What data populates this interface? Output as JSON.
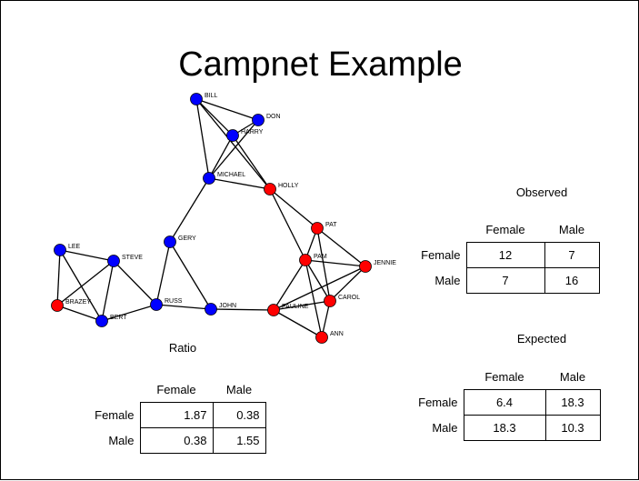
{
  "title": "Campnet Example",
  "colors": {
    "female": "#ff0000",
    "male": "#0000ff",
    "edge": "#000000"
  },
  "network": {
    "nodes": [
      {
        "id": "BILL",
        "label": "BILL",
        "gender": "male"
      },
      {
        "id": "DON",
        "label": "DON",
        "gender": "male"
      },
      {
        "id": "HARRY",
        "label": "HARRY",
        "gender": "male"
      },
      {
        "id": "MICHAEL",
        "label": "MICHAEL",
        "gender": "male"
      },
      {
        "id": "HOLLY",
        "label": "HOLLY",
        "gender": "female"
      },
      {
        "id": "GERY",
        "label": "GERY",
        "gender": "male"
      },
      {
        "id": "PAT",
        "label": "PAT",
        "gender": "female"
      },
      {
        "id": "LEE",
        "label": "LEE",
        "gender": "male"
      },
      {
        "id": "STEVE",
        "label": "STEVE",
        "gender": "male"
      },
      {
        "id": "PAM",
        "label": "PAM",
        "gender": "female"
      },
      {
        "id": "JENNIE",
        "label": "JENNIE",
        "gender": "female"
      },
      {
        "id": "BRAZEY",
        "label": "BRAZEY",
        "gender": "female"
      },
      {
        "id": "RUSS",
        "label": "RUSS",
        "gender": "male"
      },
      {
        "id": "JOHN",
        "label": "JOHN",
        "gender": "male"
      },
      {
        "id": "PAULINE",
        "label": "PAULINE",
        "gender": "female"
      },
      {
        "id": "CAROL",
        "label": "CAROL",
        "gender": "female"
      },
      {
        "id": "BERT",
        "label": "BERT",
        "gender": "male"
      },
      {
        "id": "ANN",
        "label": "ANN",
        "gender": "female"
      }
    ],
    "edges": [
      [
        "BILL",
        "DON"
      ],
      [
        "BILL",
        "HARRY"
      ],
      [
        "BILL",
        "MICHAEL"
      ],
      [
        "BILL",
        "HOLLY"
      ],
      [
        "DON",
        "HARRY"
      ],
      [
        "DON",
        "MICHAEL"
      ],
      [
        "HARRY",
        "MICHAEL"
      ],
      [
        "HARRY",
        "HOLLY"
      ],
      [
        "MICHAEL",
        "HOLLY"
      ],
      [
        "MICHAEL",
        "GERY"
      ],
      [
        "HOLLY",
        "PAT"
      ],
      [
        "HOLLY",
        "PAM"
      ],
      [
        "GERY",
        "RUSS"
      ],
      [
        "GERY",
        "JOHN"
      ],
      [
        "LEE",
        "STEVE"
      ],
      [
        "LEE",
        "BRAZEY"
      ],
      [
        "LEE",
        "BERT"
      ],
      [
        "STEVE",
        "BRAZEY"
      ],
      [
        "STEVE",
        "BERT"
      ],
      [
        "STEVE",
        "RUSS"
      ],
      [
        "BRAZEY",
        "BERT"
      ],
      [
        "BERT",
        "RUSS"
      ],
      [
        "RUSS",
        "JOHN"
      ],
      [
        "JOHN",
        "PAULINE"
      ],
      [
        "PAT",
        "PAM"
      ],
      [
        "PAT",
        "JENNIE"
      ],
      [
        "PAT",
        "CAROL"
      ],
      [
        "PAM",
        "JENNIE"
      ],
      [
        "PAM",
        "PAULINE"
      ],
      [
        "PAM",
        "CAROL"
      ],
      [
        "PAM",
        "ANN"
      ],
      [
        "JENNIE",
        "CAROL"
      ],
      [
        "JENNIE",
        "PAULINE"
      ],
      [
        "PAULINE",
        "CAROL"
      ],
      [
        "PAULINE",
        "ANN"
      ],
      [
        "CAROL",
        "ANN"
      ]
    ]
  },
  "observed": {
    "caption": "Observed",
    "columns": [
      "Female",
      "Male"
    ],
    "rows": [
      {
        "label": "Female",
        "values": [
          "12",
          "7"
        ]
      },
      {
        "label": "Male",
        "values": [
          "7",
          "16"
        ]
      }
    ]
  },
  "expected": {
    "caption": "Expected",
    "columns": [
      "Female",
      "Male"
    ],
    "rows": [
      {
        "label": "Female",
        "values": [
          "6.4",
          "18.3"
        ]
      },
      {
        "label": "Male",
        "values": [
          "18.3",
          "10.3"
        ]
      }
    ]
  },
  "ratio": {
    "caption": "Ratio",
    "columns": [
      "Female",
      "Male"
    ],
    "rows": [
      {
        "label": "Female",
        "values": [
          "1.87",
          "0.38"
        ]
      },
      {
        "label": "Male",
        "values": [
          "0.38",
          "1.55"
        ]
      }
    ]
  }
}
